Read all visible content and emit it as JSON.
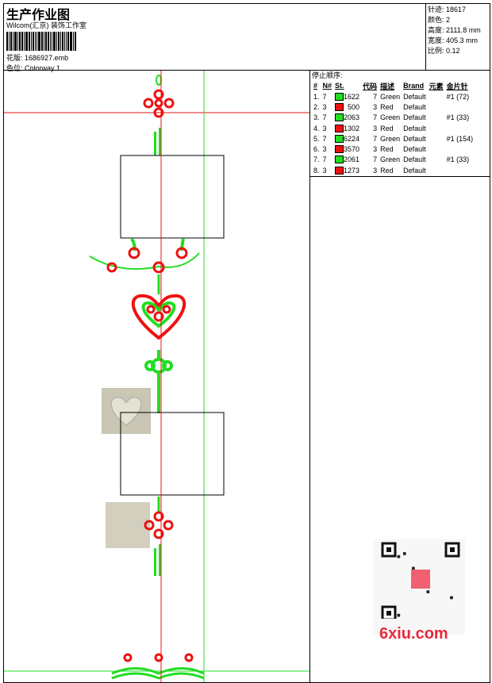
{
  "header": {
    "title": "生产作业图",
    "company": "Wilcom(汇京) 装饰工作室",
    "design_label": "花版:",
    "design_value": "1686927.emb",
    "colorway_label": "色位:",
    "colorway_value": "Colorway 1"
  },
  "stats": [
    {
      "label": "针迹:",
      "value": "18617"
    },
    {
      "label": "颜色:",
      "value": "2"
    },
    {
      "label": "高度:",
      "value": "2111.8 mm"
    },
    {
      "label": "宽度:",
      "value": "405.3 mm"
    },
    {
      "label": "比例:",
      "value": "0.12"
    }
  ],
  "stop_sequence": {
    "caption": "停止顺序:",
    "columns": [
      "#",
      "N#",
      "St.",
      "代码",
      "描述",
      "Brand",
      "元素",
      "金片针"
    ],
    "rows": [
      {
        "idx": "1.",
        "n": "7",
        "color": "#22dd22",
        "st": "1622",
        "code": "7",
        "desc": "Green",
        "brand": "Default",
        "seq": "#1 (72)"
      },
      {
        "idx": "2.",
        "n": "3",
        "color": "#ee1111",
        "st": "500",
        "code": "3",
        "desc": "Red",
        "brand": "Default",
        "seq": ""
      },
      {
        "idx": "3.",
        "n": "7",
        "color": "#22dd22",
        "st": "2063",
        "code": "7",
        "desc": "Green",
        "brand": "Default",
        "seq": "#1 (33)"
      },
      {
        "idx": "4.",
        "n": "3",
        "color": "#ee1111",
        "st": "1302",
        "code": "3",
        "desc": "Red",
        "brand": "Default",
        "seq": ""
      },
      {
        "idx": "5.",
        "n": "7",
        "color": "#22dd22",
        "st": "6224",
        "code": "7",
        "desc": "Green",
        "brand": "Default",
        "seq": "#1 (154)"
      },
      {
        "idx": "6.",
        "n": "3",
        "color": "#ee1111",
        "st": "3570",
        "code": "3",
        "desc": "Red",
        "brand": "Default",
        "seq": ""
      },
      {
        "idx": "7.",
        "n": "7",
        "color": "#22dd22",
        "st": "2061",
        "code": "7",
        "desc": "Green",
        "brand": "Default",
        "seq": "#1 (33)"
      },
      {
        "idx": "8.",
        "n": "3",
        "color": "#ee1111",
        "st": "1273",
        "code": "3",
        "desc": "Red",
        "brand": "Default",
        "seq": ""
      }
    ]
  },
  "watermark": {
    "site": "6xiu.com"
  }
}
